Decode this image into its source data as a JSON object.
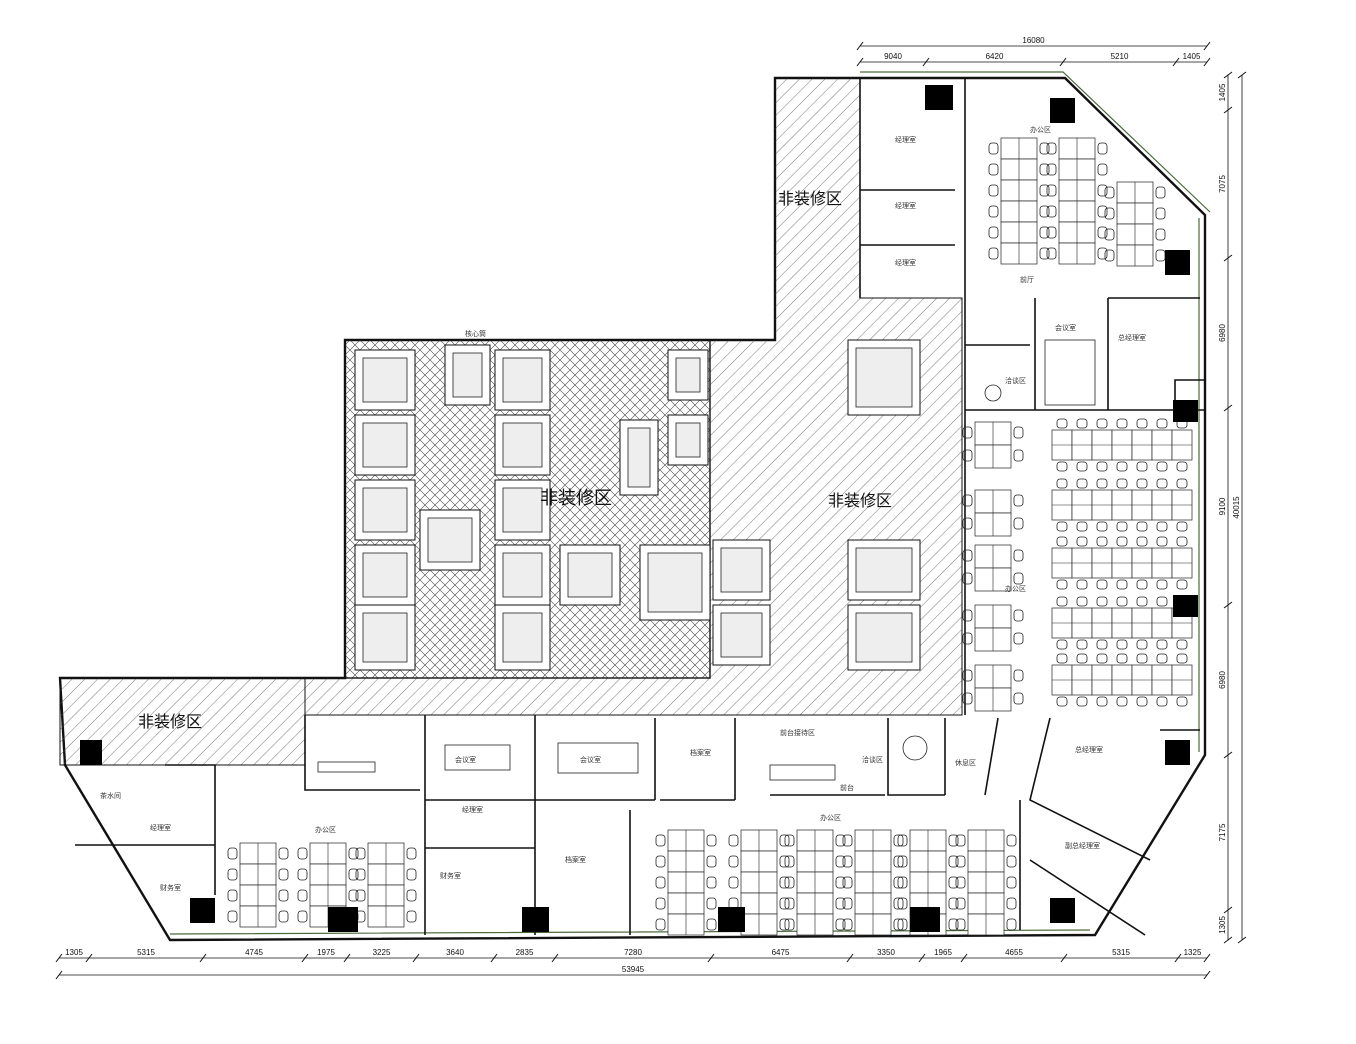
{
  "title": "办公楼层平面布置图",
  "non_renovation_label": "非装修区",
  "non_renovation_zones": [
    "非装修区",
    "非装修区",
    "非装修区",
    "非装修区"
  ],
  "dimensions": {
    "top_total": "16080",
    "top": [
      "9040",
      "6420",
      "5210",
      "1405"
    ],
    "bottom_total": "53945",
    "bottom": [
      "1305",
      "5315",
      "4745",
      "1975",
      "3225",
      "3640",
      "2835",
      "7280",
      "6475",
      "3350",
      "1965",
      "4655",
      "5315",
      "1325"
    ],
    "right_total": "40015",
    "right": [
      "1405",
      "7075",
      "6980",
      "9100",
      "6980",
      "7175",
      "1305"
    ]
  },
  "core_label": "核心筒",
  "rooms": [
    "经理室",
    "经理室",
    "经理室",
    "办公区",
    "前厅",
    "会议室",
    "总经理室",
    "洽谈区",
    "办公区",
    "前台",
    "会议室",
    "会议室",
    "经理室",
    "财务室",
    "档案室",
    "前台接待区",
    "洽谈区",
    "休息区",
    "总经理室",
    "副总经理室",
    "办公区",
    "办公区",
    "档案室",
    "经理室",
    "财务室",
    "茶水间"
  ],
  "colors": {
    "line": "#111111",
    "hatch": "#555555",
    "column": "#000000",
    "facade": "#4a6a3a"
  }
}
